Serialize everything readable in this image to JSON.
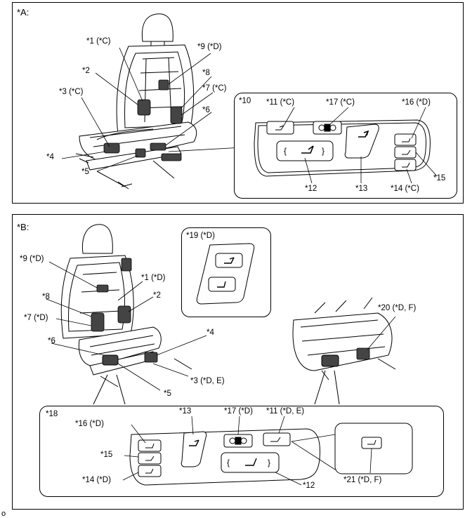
{
  "panel_a": {
    "label": "*A:",
    "callouts": {
      "c1": "*1 (*C)",
      "c9": "*9 (*D)",
      "c2": "*2",
      "c8": "*8",
      "c3": "*3 (*C)",
      "c7": "*7 (*C)",
      "c6": "*6",
      "c4": "*4",
      "c5": "*5"
    },
    "inset": {
      "label": "*10",
      "c11": "*11 (*C)",
      "c17": "*17 (*C)",
      "c16": "*16 (*D)",
      "c15": "*15",
      "c12": "*12",
      "c13": "*13",
      "c14": "*14 (*C)"
    }
  },
  "panel_b": {
    "label": "*B:",
    "callouts": {
      "c9": "*9 (*D)",
      "c1": "*1 (*D)",
      "c2": "*2",
      "c8": "*8",
      "c7": "*7 (*D)",
      "c6": "*6",
      "c4": "*4",
      "c5": "*5",
      "c3": "*3 (*D, E)",
      "c20": "*20 (*D, F)"
    },
    "inset19": {
      "label": "*19 (*D)"
    },
    "inset18": {
      "label": "*18",
      "c16": "*16 (*D)",
      "c13": "*13",
      "c17": "*17 (*D)",
      "c11": "*11 (*D, E)",
      "c15": "*15",
      "c14": "*14 (*D)",
      "c12": "*12",
      "c21": "*21 (*D, F)"
    }
  },
  "footer_id": "o"
}
